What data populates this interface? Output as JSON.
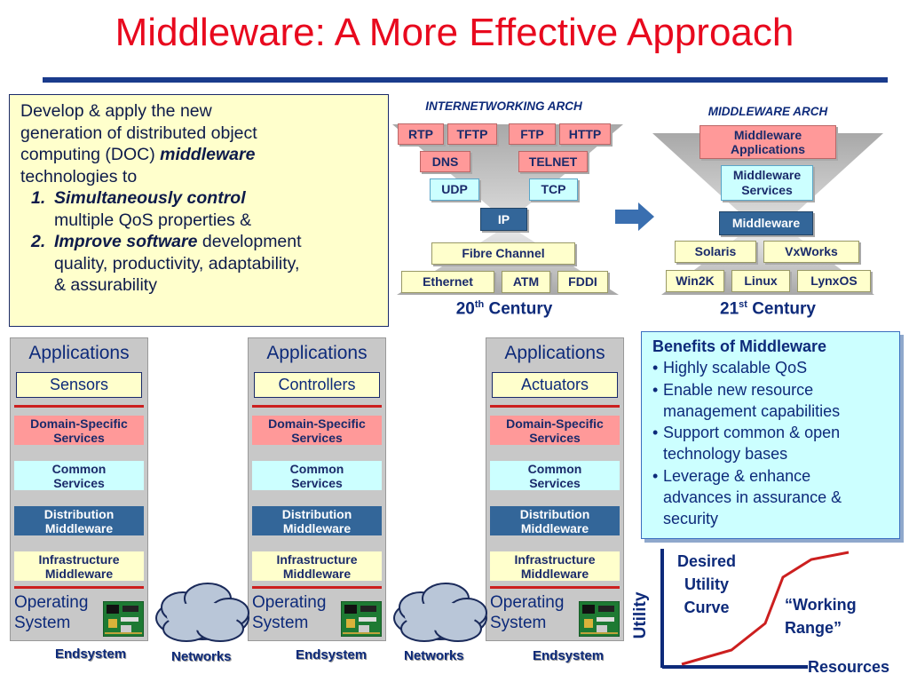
{
  "title": "Middleware: A More Effective Approach",
  "intro": {
    "line1": "Develop & apply the new",
    "line2": "generation of distributed object",
    "line3_pre": "computing (DOC) ",
    "line3_em": "middleware",
    "line4": "technologies to",
    "items": [
      {
        "num": "1.",
        "em": "Simultaneously control",
        "rest_line": "multiple QoS properties &"
      },
      {
        "num": "2.",
        "em": "Improve software",
        "rest_inline": " development",
        "line2": "quality, productivity, adaptability,",
        "line3": "& assurability"
      }
    ]
  },
  "internet_arch": {
    "heading": "INTERNETWORKING ARCH",
    "protocols": [
      "RTP",
      "TFTP",
      "FTP",
      "HTTP",
      "DNS",
      "TELNET",
      "UDP",
      "TCP",
      "IP",
      "Fibre Channel",
      "Ethernet",
      "ATM",
      "FDDI"
    ],
    "century_num": "20",
    "century_sup": "th",
    "century_word": "Century"
  },
  "middleware_arch": {
    "heading": "MIDDLEWARE ARCH",
    "apps": "Middleware Applications",
    "services": "Middleware Services",
    "middleware": "Middleware",
    "platforms": [
      "Solaris",
      "VxWorks",
      "Win2K",
      "Linux",
      "LynxOS"
    ],
    "century_num": "21",
    "century_sup": "st",
    "century_word": "Century"
  },
  "columns": [
    {
      "apps": "Applications",
      "node": "Sensors"
    },
    {
      "apps": "Applications",
      "node": "Controllers"
    },
    {
      "apps": "Applications",
      "node": "Actuators"
    }
  ],
  "layers": {
    "domain_specific": [
      "Domain-Specific",
      "Services"
    ],
    "common": [
      "Common",
      "Services"
    ],
    "distribution": [
      "Distribution",
      "Middleware"
    ],
    "infrastructure": [
      "Infrastructure",
      "Middleware"
    ],
    "os": [
      "Operating",
      "System"
    ]
  },
  "captions": {
    "endsystem": "Endsystem",
    "networks": "Networks"
  },
  "benefits": {
    "heading": "Benefits of Middleware",
    "items": [
      [
        "Highly scalable QoS"
      ],
      [
        "Enable new resource",
        "management capabilities"
      ],
      [
        "Support common & open",
        "technology bases"
      ],
      [
        "Leverage & enhance",
        "advances in assurance &",
        "security"
      ]
    ]
  },
  "utility": {
    "desired": [
      "Desired",
      "Utility",
      "Curve"
    ],
    "working": [
      "“Working",
      "Range”"
    ],
    "y_label": "Utility",
    "x_label": "Resources"
  },
  "colors": {
    "title_red": "#e8091e",
    "navy": "#0d2a7a",
    "pink": "#ff9999",
    "cyan": "#ccffff",
    "steel_blue": "#336699",
    "pale_yellow": "#ffffcc",
    "curve_red": "#cc1f1f"
  }
}
